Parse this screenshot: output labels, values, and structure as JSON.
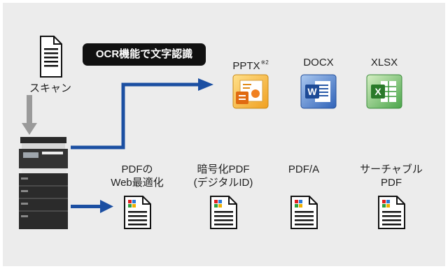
{
  "colors": {
    "panel": "#ececec",
    "flow_arrow": "#1b4fa2",
    "scan_arrow": "#9a9a9a",
    "ocr_badge": "#111111"
  },
  "scan": {
    "label": "スキャン",
    "icon": "document-icon"
  },
  "ocr_badge": "OCR機能で文字認識",
  "office_outputs": [
    {
      "label": "PPTX",
      "sup": "※2",
      "icon": "powerpoint-icon"
    },
    {
      "label": "DOCX",
      "icon": "word-icon"
    },
    {
      "label": "XLSX",
      "icon": "excel-icon"
    }
  ],
  "pdf_outputs": [
    {
      "line1": "PDFの",
      "line2": "Web最適化",
      "icon": "pdf-document-icon"
    },
    {
      "line1": "暗号化PDF",
      "line2": "(デジタルID)",
      "icon": "pdf-document-icon"
    },
    {
      "line1": "",
      "line2": "PDF/A",
      "icon": "pdf-document-icon"
    },
    {
      "line1": "サーチャブル",
      "line2": "PDF",
      "icon": "pdf-document-icon"
    }
  ]
}
